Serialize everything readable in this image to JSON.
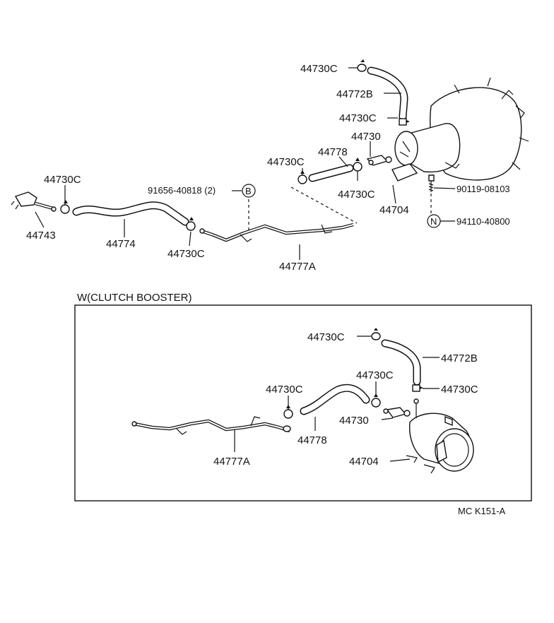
{
  "labels": {
    "top_44730c_1": "44730C",
    "top_44772b": "44772B",
    "top_44730c_2": "44730C",
    "top_44730": "44730",
    "top_44778": "44778",
    "top_44730c_3": "44730C",
    "top_44730c_4": "44730C",
    "top_44730c_left": "44730C",
    "top_90119": "90119-08103",
    "top_91656": "91656-40818 (2)",
    "top_b_marker": "B",
    "top_44704": "44704",
    "top_n_marker": "N",
    "top_94110": "94110-40800",
    "top_44743": "44743",
    "top_44774": "44774",
    "top_44730c_5": "44730C",
    "top_44777a": "44777A",
    "box_title": "W(CLUTCH BOOSTER)",
    "box_44730c_1": "44730C",
    "box_44772b": "44772B",
    "box_44730c_2": "44730C",
    "box_44730c_3": "44730C",
    "box_44730c_4": "44730C",
    "box_44730": "44730",
    "box_44778": "44778",
    "box_44777a": "44777A",
    "box_44704": "44704",
    "footer_code": "MC  K151-A"
  }
}
